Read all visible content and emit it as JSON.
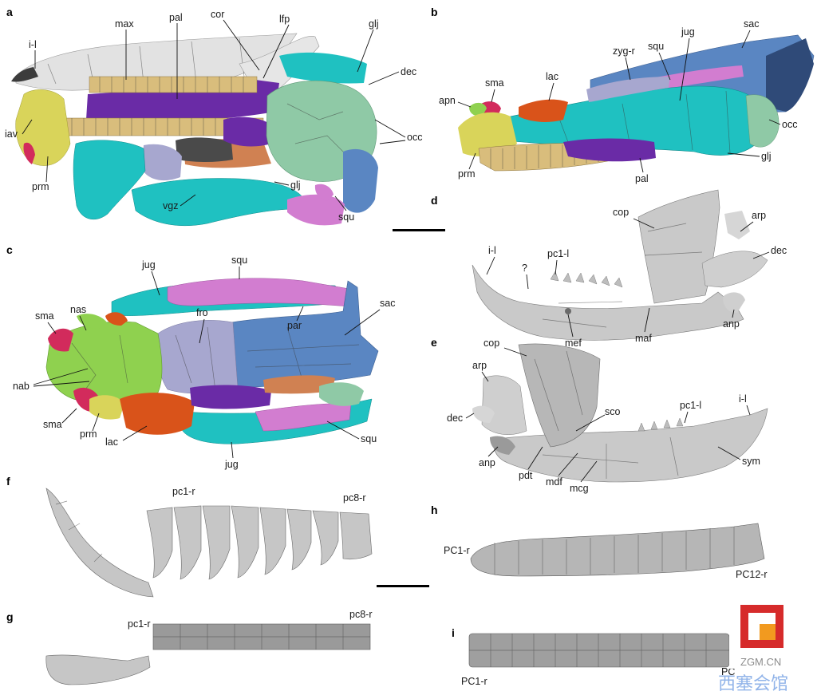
{
  "panels": {
    "a": {
      "letter": "a",
      "labels": {
        "i_l": "i-l",
        "max": "max",
        "pal": "pal",
        "cor": "cor",
        "lfp": "lfp",
        "glj": "glj",
        "dec": "dec",
        "occ": "occ",
        "iav": "iav",
        "prm": "prm",
        "vgz": "vgz",
        "glj2": "glj",
        "squ": "squ"
      }
    },
    "b": {
      "letter": "b",
      "labels": {
        "zyg_r": "zyg-r",
        "squ": "squ",
        "jug": "jug",
        "sac": "sac",
        "sma": "sma",
        "lac": "lac",
        "apn": "apn",
        "occ": "occ",
        "prm": "prm",
        "pal": "pal",
        "glj": "glj"
      }
    },
    "c": {
      "letter": "c",
      "labels": {
        "jug": "jug",
        "squ": "squ",
        "fro": "fro",
        "par": "par",
        "sac": "sac",
        "sma": "sma",
        "nas": "nas",
        "nab": "nab",
        "sma2": "sma",
        "prm": "prm",
        "lac": "lac",
        "squ2": "squ",
        "jug2": "jug"
      }
    },
    "d": {
      "letter": "d",
      "labels": {
        "cop": "cop",
        "arp": "arp",
        "i_l": "i-l",
        "pc1_l": "pc1-l",
        "q": "?",
        "dec": "dec",
        "mef": "mef",
        "maf": "maf",
        "anp": "anp"
      }
    },
    "e": {
      "letter": "e",
      "labels": {
        "cop": "cop",
        "arp": "arp",
        "sco": "sco",
        "pc1_l": "pc1-l",
        "i_l": "i-l",
        "dec": "dec",
        "anp": "anp",
        "pdt": "pdt",
        "mdf": "mdf",
        "mcg": "mcg",
        "sym": "sym"
      }
    },
    "f": {
      "letter": "f",
      "labels": {
        "pc1_r": "pc1-r",
        "pc8_r": "pc8-r"
      }
    },
    "g": {
      "letter": "g",
      "labels": {
        "pc1_r": "pc1-r",
        "pc8_r": "pc8-r"
      }
    },
    "h": {
      "letter": "h",
      "labels": {
        "PC1_r": "PC1-r",
        "PC12_r": "PC12-r"
      }
    },
    "i": {
      "letter": "i",
      "labels": {
        "PC1_r": "PC1-r",
        "PC_partial": "PC"
      }
    }
  },
  "watermark": {
    "text_latin": "ZGM.CN",
    "text_cjk": "西塞会馆",
    "colors": {
      "red": "#d62b2b",
      "orange": "#f29a1f",
      "grey": "#8c8c8c"
    }
  },
  "colors": {
    "maxilla": "#e2e2e2",
    "palatine": "#6a2ba6",
    "teeth": "#d9bd7c",
    "premaxilla": "#d9d45a",
    "jugal": "#1fc1c1",
    "squamosal": "#d27dd0",
    "occipital": "#8fc9a6",
    "skull_roof": "#5a86c2",
    "nasal": "#8fd14f",
    "frontal": "#a7a7cf",
    "lacrimal": "#d9531a",
    "septomaxilla": "#d22b5c",
    "braincase": "#d08152",
    "mandible": "#c9c9c9"
  }
}
